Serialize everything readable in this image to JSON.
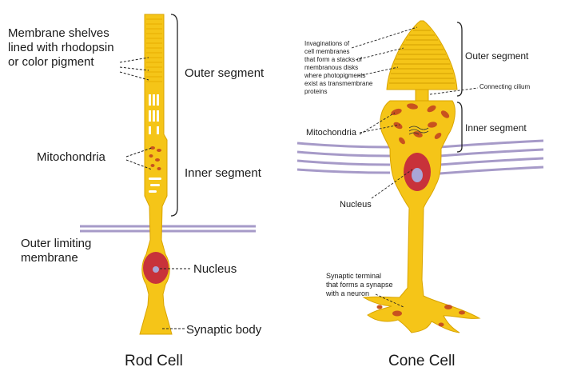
{
  "rod": {
    "caption": "Rod Cell",
    "labels": {
      "membrane_shelves": "Membrane shelves\nlined with rhodopsin\nor color pigment",
      "outer_segment": "Outer segment",
      "mitochondria": "Mitochondria",
      "inner_segment": "Inner segment",
      "outer_limiting_membrane": "Outer limiting\nmembrane",
      "nucleus": "Nucleus",
      "synaptic_body": "Synaptic body"
    }
  },
  "cone": {
    "caption": "Cone Cell",
    "labels": {
      "invaginations": "Invaginations of\ncell membranes\nthat form a stacks of\nmembranous disks\nwhere photopigments\nexist as transmembrane\nproteins",
      "outer_segment": "Outer segment",
      "connecting_cilium": "Connecting cilium",
      "mitochondria": "Mitochondria",
      "inner_segment": "Inner segment",
      "nucleus": "Nucleus",
      "synaptic_terminal": "Synaptic terminal\nthat forms a synapse\nwith a neuron"
    }
  },
  "colors": {
    "cell_fill": "#f5c518",
    "cell_edge": "#d9a400",
    "nucleus": "#c8323a",
    "nucleolus": "#a9a6d6",
    "mitochondria": "#c8521f",
    "membrane_lines": "#a69ac8"
  }
}
